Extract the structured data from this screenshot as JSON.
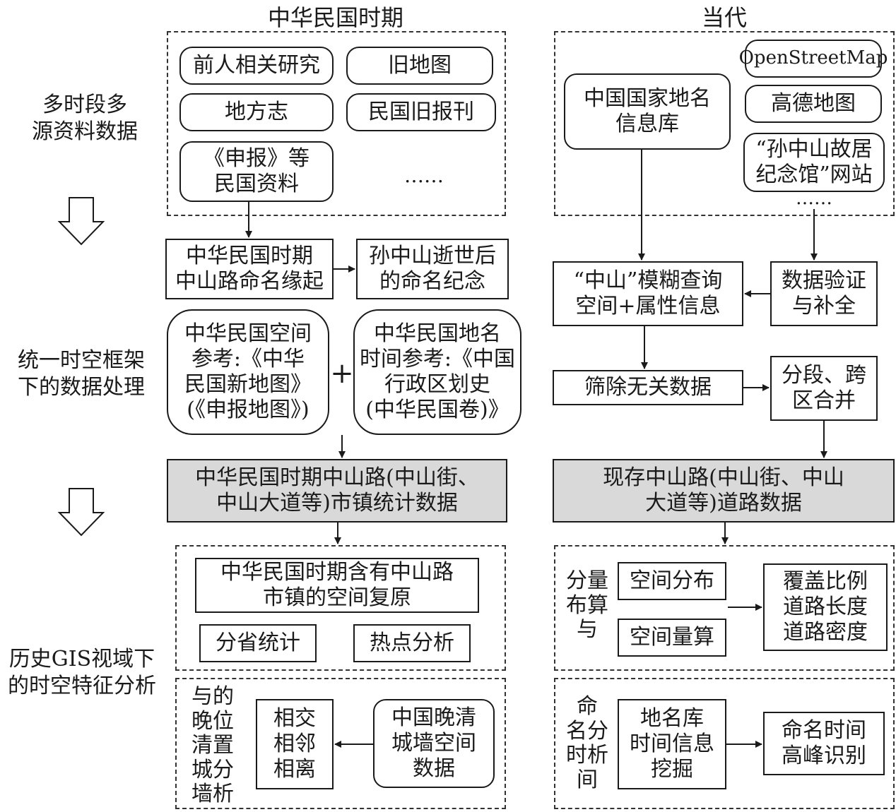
{
  "headers": {
    "left": "中华民国时期",
    "right": "当代"
  },
  "side_labels": {
    "stage1": "多时段多\n源资料数据",
    "stage2": "统一时空框架\n下的数据处理",
    "stage3": "历史GIS视域下\n的时空特征分析"
  },
  "left_sources": {
    "prior_research": "前人相关研究",
    "old_maps": "旧地图",
    "gazetteers": "地方志",
    "old_newspapers": "民国旧报刊",
    "shenbao": "《申报》等\n民国资料",
    "ellipsis": "……"
  },
  "right_sources": {
    "national_gazetteer": "中国国家地名\n信息库",
    "osm": "OpenStreetMap",
    "amap": "高德地图",
    "memorial_site": "“孙中山故居\n纪念馆”网站",
    "ellipsis": "……"
  },
  "left_processing": {
    "naming_origin": "中华民国时期\n中山路命名缘起",
    "commemoration": "孙中山逝世后\n的命名纪念",
    "spatial_ref": "中华民国空间\n参考:《中华\n民国新地图》\n(《申报地图》)",
    "plus": "+",
    "time_ref": "中华民国地名\n时间参考:《中国\n行政区划史\n(中华民国卷)》",
    "result": "中华民国时期中山路(中山街、\n中山大道等)市镇统计数据"
  },
  "right_processing": {
    "fuzzy_query": "“中山”模糊查询\n空间+属性信息",
    "verify": "数据验证\n与补全",
    "filter": "筛除无关数据",
    "merge": "分段、跨\n区合并",
    "result": "现存中山路(中山街、中山\n大道等)道路数据"
  },
  "left_analysis": {
    "restoration": "中华民国时期含有中山路\n市镇的空间复原",
    "province_stats": "分省统计",
    "hotspot": "热点分析",
    "wall_label": "与的\n晚位\n清置\n城分\n墙析",
    "relations": "相交\n相邻\n相离",
    "qing_wall": "中国晚清\n城墙空间\n数据"
  },
  "right_analysis": {
    "dist_label": "分量\n布算\n与",
    "spatial_dist": "空间分布",
    "spatial_measure": "空间量算",
    "metrics": "覆盖比例\n道路长度\n道路密度",
    "naming_label": "命\n名分\n时析\n间",
    "mining": "地名库\n时间信息\n挖掘",
    "peak": "命名时间\n高峰识别"
  }
}
